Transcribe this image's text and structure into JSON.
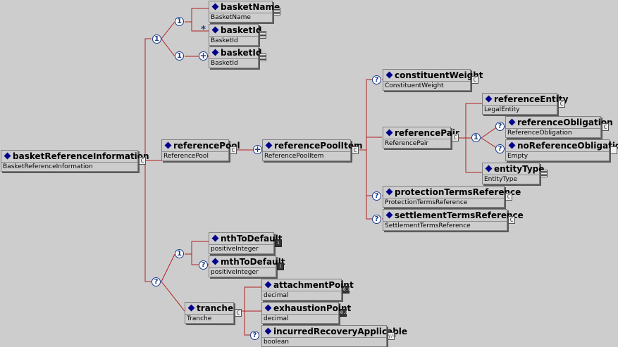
{
  "nodes": {
    "root": {
      "name": "basketReferenceInformation",
      "type": "BasketReferenceInformation",
      "icon": "C"
    },
    "basketName": {
      "name": "basketName",
      "type": "BasketName",
      "icon": "lines"
    },
    "basketId1": {
      "name": "basketId",
      "type": "BasketId",
      "icon": "lines"
    },
    "basketId2": {
      "name": "basketId",
      "type": "BasketId",
      "icon": "lines"
    },
    "referencePool": {
      "name": "referencePool",
      "type": "ReferencePool",
      "icon": "C"
    },
    "referencePoolItem": {
      "name": "referencePoolItem",
      "type": "ReferencePoolItem",
      "icon": "C"
    },
    "constituentWeight": {
      "name": "constituentWeight",
      "type": "ConstituentWeight",
      "icon": "C"
    },
    "referencePair": {
      "name": "referencePair",
      "type": "ReferencePair",
      "icon": "C"
    },
    "referenceEntity": {
      "name": "referenceEntity",
      "type": "LegalEntity",
      "icon": "C"
    },
    "referenceObligation": {
      "name": "referenceObligation",
      "type": "ReferenceObligation",
      "icon": "C"
    },
    "noReferenceObligation": {
      "name": "noReferenceObligation",
      "type": "Empty",
      "icon": "plain"
    },
    "entityType": {
      "name": "entityType",
      "type": "EntityType",
      "icon": "lines"
    },
    "protectionTermsReference": {
      "name": "protectionTermsReference",
      "type": "ProtectionTermsReference",
      "icon": "C"
    },
    "settlementTermsReference": {
      "name": "settlementTermsReference",
      "type": "SettlementTermsReference",
      "icon": "C"
    },
    "nthToDefault": {
      "name": "nthToDefault",
      "type": "positiveInteger",
      "icon": "i"
    },
    "mthToDefault": {
      "name": "mthToDefault",
      "type": "positiveInteger",
      "icon": "i"
    },
    "tranche": {
      "name": "tranche",
      "type": "Tranche",
      "icon": "C"
    },
    "attachmentPoint": {
      "name": "attachmentPoint",
      "type": "decimal",
      "icon": "dark"
    },
    "exhaustionPoint": {
      "name": "exhaustionPoint",
      "type": "decimal",
      "icon": "dark"
    },
    "incurredRecoveryApplicable": {
      "name": "incurredRecoveryApplicable",
      "type": "boolean",
      "icon": "y/n"
    }
  },
  "compositors": {
    "c1": "1",
    "c2": "1",
    "c3": "1",
    "c4": "?",
    "c5": "?",
    "c6": "?",
    "c7": "1",
    "c8": "?",
    "c9": "?",
    "c10": "1",
    "c11": "?",
    "c12": "?"
  },
  "cardinality": {
    "basketId1_mark": "*",
    "basketId2_mark": "+",
    "referencePoolItem_mark": "+"
  }
}
